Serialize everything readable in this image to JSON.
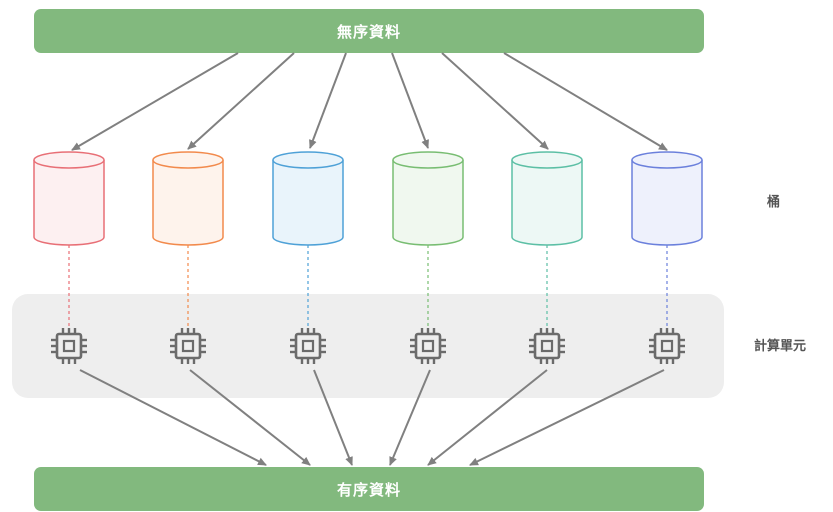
{
  "input_label": "無序資料",
  "output_label": "有序資料",
  "bucket_row_label": "桶",
  "compute_row_label": "計算單元",
  "colors": {
    "banner": "#82b97e",
    "band": "#eeeeee",
    "arrow": "#808080",
    "chip_icon": "#6b6b6b"
  },
  "buckets": [
    {
      "stroke": "#e86f76",
      "fill": "#fdf0f1"
    },
    {
      "stroke": "#f28a4c",
      "fill": "#fef3ec"
    },
    {
      "stroke": "#4ea1d7",
      "fill": "#e9f4fb"
    },
    {
      "stroke": "#78bd72",
      "fill": "#f0f8ef"
    },
    {
      "stroke": "#5cbfa5",
      "fill": "#edf8f5"
    },
    {
      "stroke": "#6b80dc",
      "fill": "#eef1fc"
    }
  ],
  "compute_units": [
    {
      "icon": "chip-icon"
    },
    {
      "icon": "chip-icon"
    },
    {
      "icon": "chip-icon"
    },
    {
      "icon": "chip-icon"
    },
    {
      "icon": "chip-icon"
    },
    {
      "icon": "chip-icon"
    }
  ]
}
